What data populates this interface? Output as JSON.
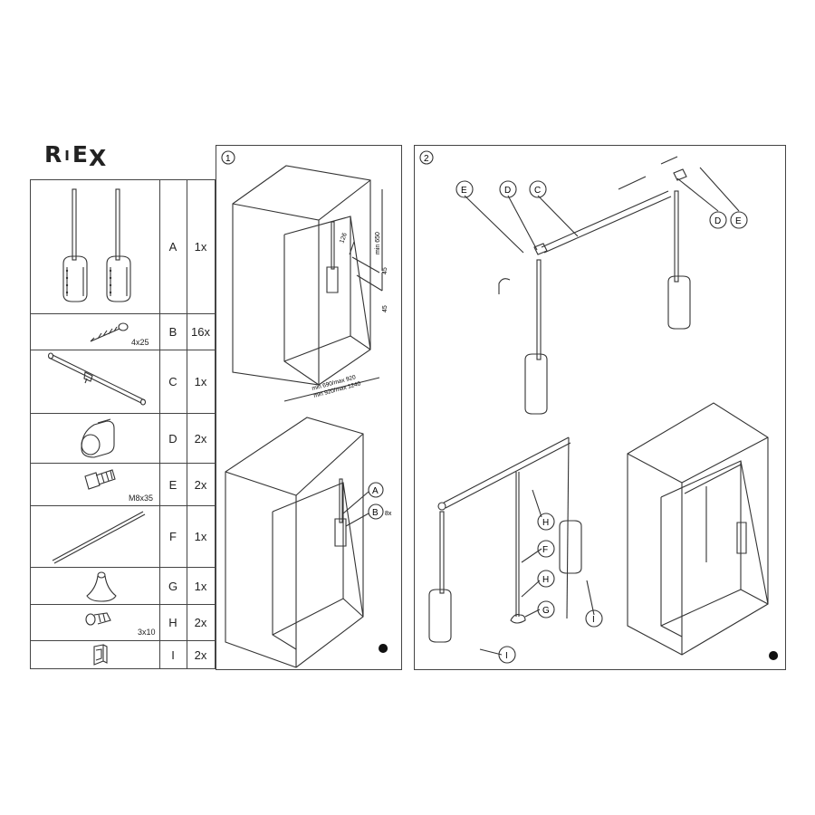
{
  "brand": {
    "logo_parts": [
      "R",
      "I",
      "E",
      "X"
    ]
  },
  "parts": [
    {
      "id": "A",
      "qty": "1x",
      "size": ""
    },
    {
      "id": "B",
      "qty": "16x",
      "size": "4x25"
    },
    {
      "id": "C",
      "qty": "1x",
      "size": ""
    },
    {
      "id": "D",
      "qty": "2x",
      "size": ""
    },
    {
      "id": "E",
      "qty": "2x",
      "size": "M8x35"
    },
    {
      "id": "F",
      "qty": "1x",
      "size": ""
    },
    {
      "id": "G",
      "qty": "1x",
      "size": ""
    },
    {
      "id": "H",
      "qty": "2x",
      "size": "3x10"
    },
    {
      "id": "I",
      "qty": "2x",
      "size": ""
    }
  ],
  "step1": {
    "number": "1",
    "dim_height": "min 650",
    "dim_126": "126",
    "dim_45a": "45",
    "dim_45b": "45",
    "dim_width_1": "min 690/max 920",
    "dim_width_2": "min 920/max 1240",
    "label_a": "A",
    "label_b": "B",
    "label_b_count": "8x"
  },
  "step2": {
    "number": "2",
    "labels": [
      "E",
      "D",
      "C",
      "D",
      "E",
      "H",
      "F",
      "H",
      "G",
      "I",
      "I"
    ]
  }
}
